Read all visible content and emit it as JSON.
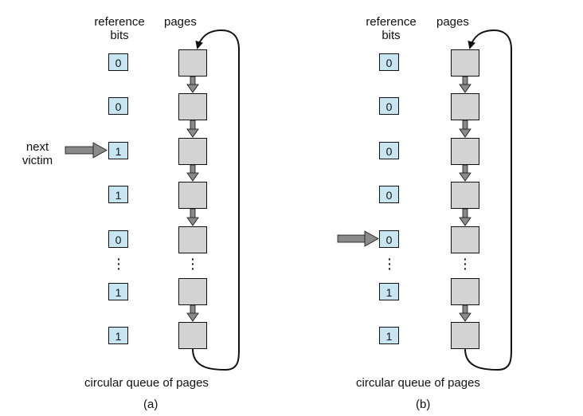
{
  "panels": [
    {
      "id": "a",
      "header_ref": "reference\nbits",
      "header_pages": "pages",
      "bits": [
        "0",
        "0",
        "1",
        "1",
        "0",
        "1",
        "1"
      ],
      "pointer_label": "next\nvictim",
      "pointer_row": 2,
      "caption": "circular queue of pages",
      "sublabel": "(a)"
    },
    {
      "id": "b",
      "header_ref": "reference\nbits",
      "header_pages": "pages",
      "bits": [
        "0",
        "0",
        "0",
        "0",
        "0",
        "1",
        "1"
      ],
      "pointer_label": "",
      "pointer_row": 4,
      "caption": "circular queue of pages",
      "sublabel": "(b)"
    }
  ],
  "colors": {
    "bit_fill": "#c7e6f2",
    "page_fill": "#d3d3d3",
    "arrow_fill": "#8a8a8a"
  }
}
